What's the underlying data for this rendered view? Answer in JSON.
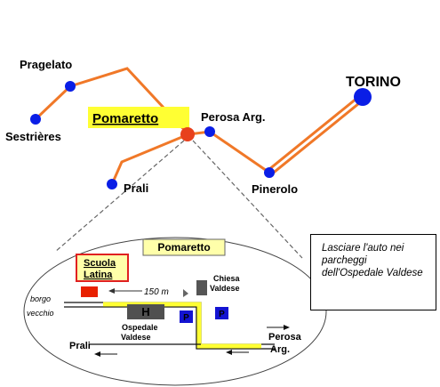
{
  "towns": {
    "pragelato": "Pragelato",
    "sestrieres": "Sestrières",
    "pomaretto": "Pomaretto",
    "perosa": "Perosa Arg.",
    "torino": "TORINO",
    "prali": "Prali",
    "pinerolo": "Pinerolo"
  },
  "detail": {
    "title": "Pomaretto",
    "scuola_line1": "Scuola",
    "scuola_line2": "Latina",
    "chiesa_line1": "Chiesa",
    "chiesa_line2": "Valdese",
    "borgo_line1": "borgo",
    "borgo_line2": "vecchio",
    "distance": "150 m",
    "hospital_symbol": "H",
    "ospedale_line1": "Ospedale",
    "ospedale_line2": "Valdese",
    "parking_symbol": "P",
    "prali": "Prali",
    "perosa_line1": "Perosa",
    "perosa_line2": "Arg."
  },
  "note": "Lasciare l'auto nei parcheggi dell'Ospedale Valdese",
  "colors": {
    "road": "#f07828",
    "town_dot": "#0a1ee6",
    "pomaretto_dot": "#e8401c",
    "highlight": "#ffff33",
    "hospital": "#505050",
    "scuola_box": "#ffffaa",
    "scuola_border": "#e02020"
  }
}
